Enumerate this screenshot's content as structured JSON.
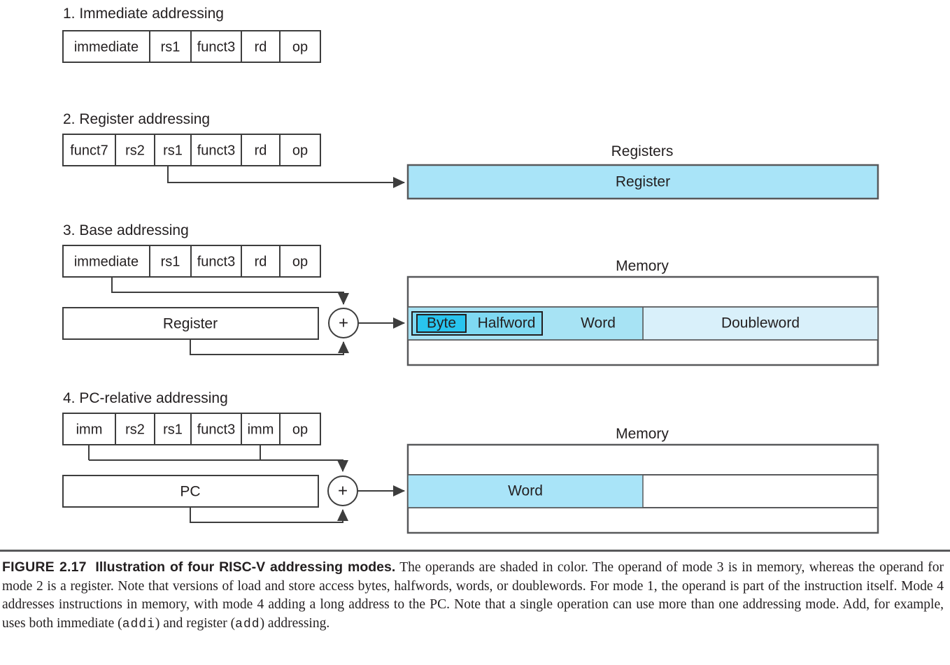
{
  "figure": {
    "number": "FIGURE 2.17",
    "title": "Illustration of four RISC-V addressing modes.",
    "caption_part1": " The operands are shaded in color. The operand of mode 3 is in memory, whereas the operand for mode 2 is a register. Note that versions of load and store access bytes, halfwords, words, or doublewords. For mode 1, the operand is part of the instruction itself. Mode 4 addresses instructions in memory, with mode 4 adding a long address to the PC. Note that a single operation can use more than one addressing mode. Add, for example, uses both immediate (",
    "mono1": "addi",
    "caption_part2": ") and register (",
    "mono2": "add",
    "caption_part3": ") addressing."
  },
  "colors": {
    "operand_cyan": "#a9e4f8",
    "word_cyan": "#a7e3f4",
    "doubleword_cyan": "#d9f0fa",
    "byte_cyan": "#29c4ee",
    "halfword_cyan": "#7fd9f2",
    "line_gray": "#3d3d3d",
    "border_gray": "#58595b",
    "white": "#ffffff"
  },
  "modes": [
    {
      "id": "mode1",
      "title": "1.  Immediate addressing",
      "fields": [
        {
          "label": "immediate",
          "shaded": true
        },
        {
          "label": "rs1",
          "shaded": false
        },
        {
          "label": "funct3",
          "shaded": false
        },
        {
          "label": "rd",
          "shaded": false
        },
        {
          "label": "op",
          "shaded": false
        }
      ],
      "target": null
    },
    {
      "id": "mode2",
      "title": "2. Register addressing",
      "fields": [
        {
          "label": "funct7",
          "shaded": false
        },
        {
          "label": "rs2",
          "shaded": false
        },
        {
          "label": "rs1",
          "shaded": false
        },
        {
          "label": "funct3",
          "shaded": false
        },
        {
          "label": "rd",
          "shaded": false
        },
        {
          "label": "op",
          "shaded": false
        }
      ],
      "target": {
        "header": "Registers",
        "cells": [
          {
            "label": "Register",
            "shaded": true
          }
        ]
      }
    },
    {
      "id": "mode3",
      "title": "3.  Base addressing",
      "fields": [
        {
          "label": "immediate",
          "shaded": false
        },
        {
          "label": "rs1",
          "shaded": false
        },
        {
          "label": "funct3",
          "shaded": false
        },
        {
          "label": "rd",
          "shaded": false
        },
        {
          "label": "op",
          "shaded": false
        }
      ],
      "adder": "+",
      "base_register": "Register",
      "target": {
        "header": "Memory",
        "cells": [
          {
            "label": "Byte",
            "shaded": true
          },
          {
            "label": "Halfword",
            "shaded": true
          },
          {
            "label": "Word",
            "shaded": true
          },
          {
            "label": "Doubleword",
            "shaded": true
          }
        ]
      }
    },
    {
      "id": "mode4",
      "title": "4.  PC-relative addressing",
      "fields": [
        {
          "label": "imm",
          "shaded": false
        },
        {
          "label": "rs2",
          "shaded": false
        },
        {
          "label": "rs1",
          "shaded": false
        },
        {
          "label": "funct3",
          "shaded": false
        },
        {
          "label": "imm",
          "shaded": false
        },
        {
          "label": "op",
          "shaded": false
        }
      ],
      "adder": "+",
      "base_register": "PC",
      "target": {
        "header": "Memory",
        "cells": [
          {
            "label": "Word",
            "shaded": true
          }
        ]
      }
    }
  ]
}
